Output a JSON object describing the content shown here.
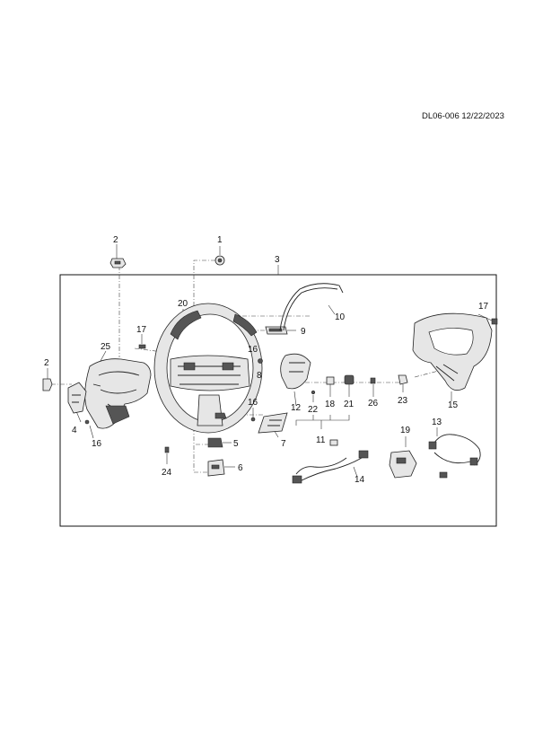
{
  "header": {
    "reference": "DL06-006 12/22/2023"
  },
  "diagram": {
    "callouts": [
      "1",
      "2",
      "2",
      "3",
      "4",
      "5",
      "6",
      "7",
      "8",
      "9",
      "10",
      "11",
      "12",
      "13",
      "14",
      "15",
      "16",
      "16",
      "16",
      "17",
      "17",
      "18",
      "19",
      "20",
      "21",
      "22",
      "23",
      "24",
      "25",
      "26"
    ]
  }
}
